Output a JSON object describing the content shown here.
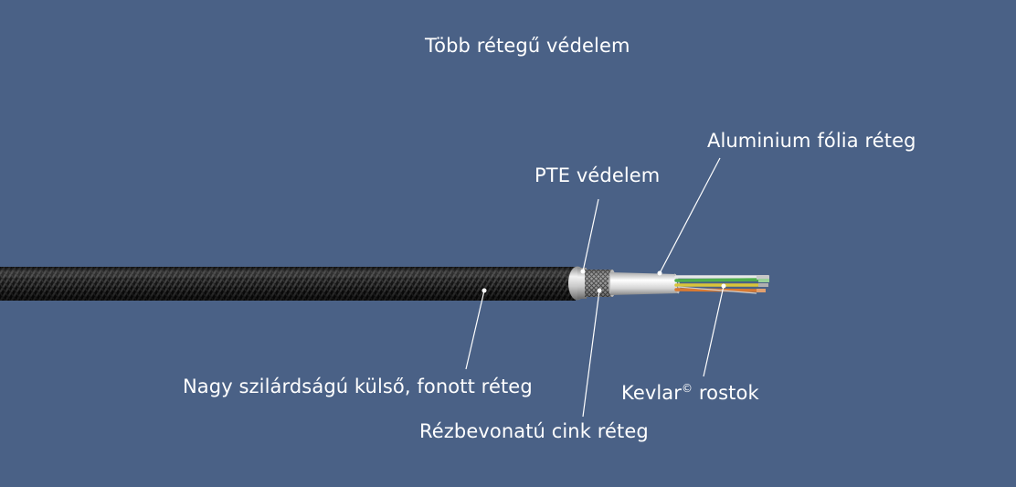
{
  "title": "Több rétegű védelem",
  "labels": {
    "aluminium": "Aluminium fólia réteg",
    "pte": "PTE védelem",
    "outer": "Nagy szilárdságú külső, fonott réteg",
    "kevlar_main": "Kevlar",
    "kevlar_sup": "©",
    "kevlar_rest": " rostok",
    "zinc": "Rézbevonatú cink réteg"
  },
  "colors": {
    "background": "#4a6186",
    "text": "#ffffff",
    "braid": "#111111",
    "wire_green": "#4fae4c",
    "wire_yellow": "#d9c53a",
    "wire_orange": "#d97a32",
    "wire_white": "#e8e8e8"
  }
}
